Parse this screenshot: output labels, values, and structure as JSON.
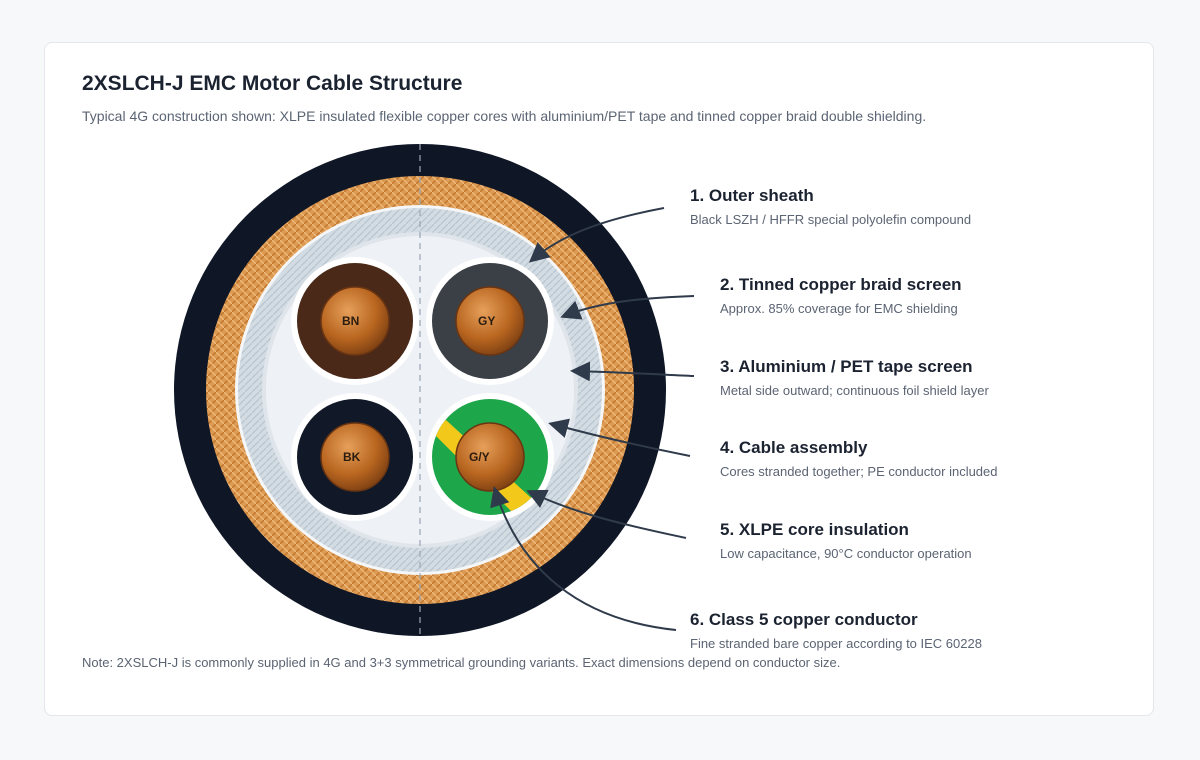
{
  "header": {
    "title": "2XSLCH-J EMC Motor Cable Structure",
    "subtitle": "Typical 4G construction shown: XLPE insulated flexible copper cores with aluminium/PET tape and tinned copper braid double shielding."
  },
  "cores": [
    {
      "tag": "BN",
      "color": "#4a2918"
    },
    {
      "tag": "GY",
      "color": "#3b3f46"
    },
    {
      "tag": "BK",
      "color": "#111827"
    },
    {
      "tag": "G/Y",
      "color": "#1ea64a",
      "stripe": "#f2c81b"
    }
  ],
  "layers": [
    {
      "heading": "1. Outer sheath",
      "description": "Black LSZH / HFFR special polyolefin compound"
    },
    {
      "heading": "2. Tinned copper braid screen",
      "description": "Approx. 85% coverage for EMC shielding"
    },
    {
      "heading": "3. Aluminium / PET tape screen",
      "description": "Metal side outward; continuous foil shield layer"
    },
    {
      "heading": "4. Cable assembly",
      "description": "Cores stranded together; PE conductor included"
    },
    {
      "heading": "5. XLPE core insulation",
      "description": "Low capacitance, 90°C conductor operation"
    },
    {
      "heading": "6. Class 5 copper conductor",
      "description": "Fine stranded bare copper according to IEC 60228"
    }
  ],
  "colors": {
    "sheath": "#0f1626",
    "braid": "#e2a15a",
    "foil": "#cfd8df",
    "filler": "#eef1f5",
    "copper": "#b8651f",
    "leader": "#2f3a4a"
  },
  "footnote": "Note: 2XSLCH-J is commonly supplied in 4G and 3+3 symmetrical grounding variants. Exact dimensions depend on conductor size."
}
